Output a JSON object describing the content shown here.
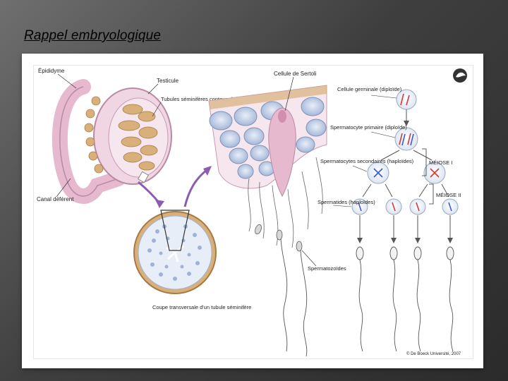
{
  "slide": {
    "title": "Rappel embryologique"
  },
  "figure": {
    "labels": {
      "epididyme": "Épididyme",
      "testicule": "Testicule",
      "tubules": "Tubules séminifères contournés",
      "canal": "Canal déférent",
      "coupe": "Coupe transversale d'un tubule séminifère",
      "sertoli": "Cellule de Sertoli",
      "germinale": "Cellule germinale (diploïde)",
      "primaire": "Spermatocyte primaire (diploïde)",
      "secondaires": "Spermatocytes secondaires (haploïdes)",
      "spermatides": "Spermatides (haploïdes)",
      "spermatozoides": "Spermatozoïdes",
      "meiose1": "MÉIOSE I",
      "meiose2": "MÉIOSE II",
      "copyright": "© De Boeck Université, 2007"
    },
    "colors": {
      "pink_tissue": "#e6b9cf",
      "tan_tubules": "#d9b07a",
      "blue_cells": "#9fb3d6",
      "purple_arrow": "#8e5bb0",
      "chromosome_red": "#d33a3a",
      "chromosome_blue": "#3a5bd3"
    }
  }
}
